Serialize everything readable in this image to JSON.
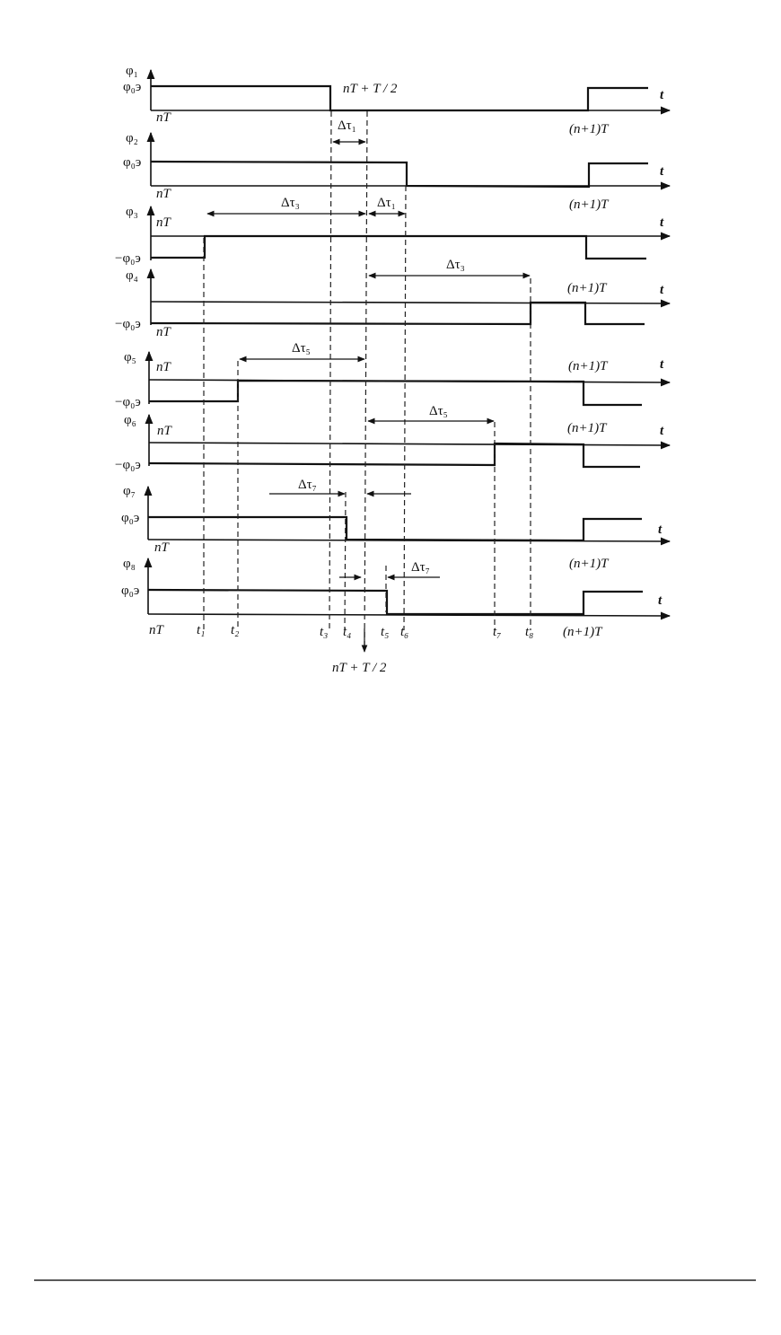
{
  "diagram": {
    "signals": [
      "φ₁",
      "φ₂",
      "φ₃",
      "φ₄",
      "φ₅",
      "φ₆",
      "φ₇",
      "φ₈"
    ],
    "level_pos": "φ₀э",
    "level_neg": "−φ₀э",
    "time_axis": "t",
    "start_label": "nT",
    "end_label": "(n+1)T",
    "half_period": "nT + T / 2",
    "deltas": {
      "d1": "Δτ₁",
      "d3": "Δτ₃",
      "d5": "Δτ₅",
      "d7": "Δτ₇"
    },
    "ticks": [
      "nT",
      "t₁",
      "t₂",
      "t₃",
      "t₄",
      "t₅",
      "t₆",
      "t₇",
      "t₈",
      "(n+1)T"
    ]
  }
}
